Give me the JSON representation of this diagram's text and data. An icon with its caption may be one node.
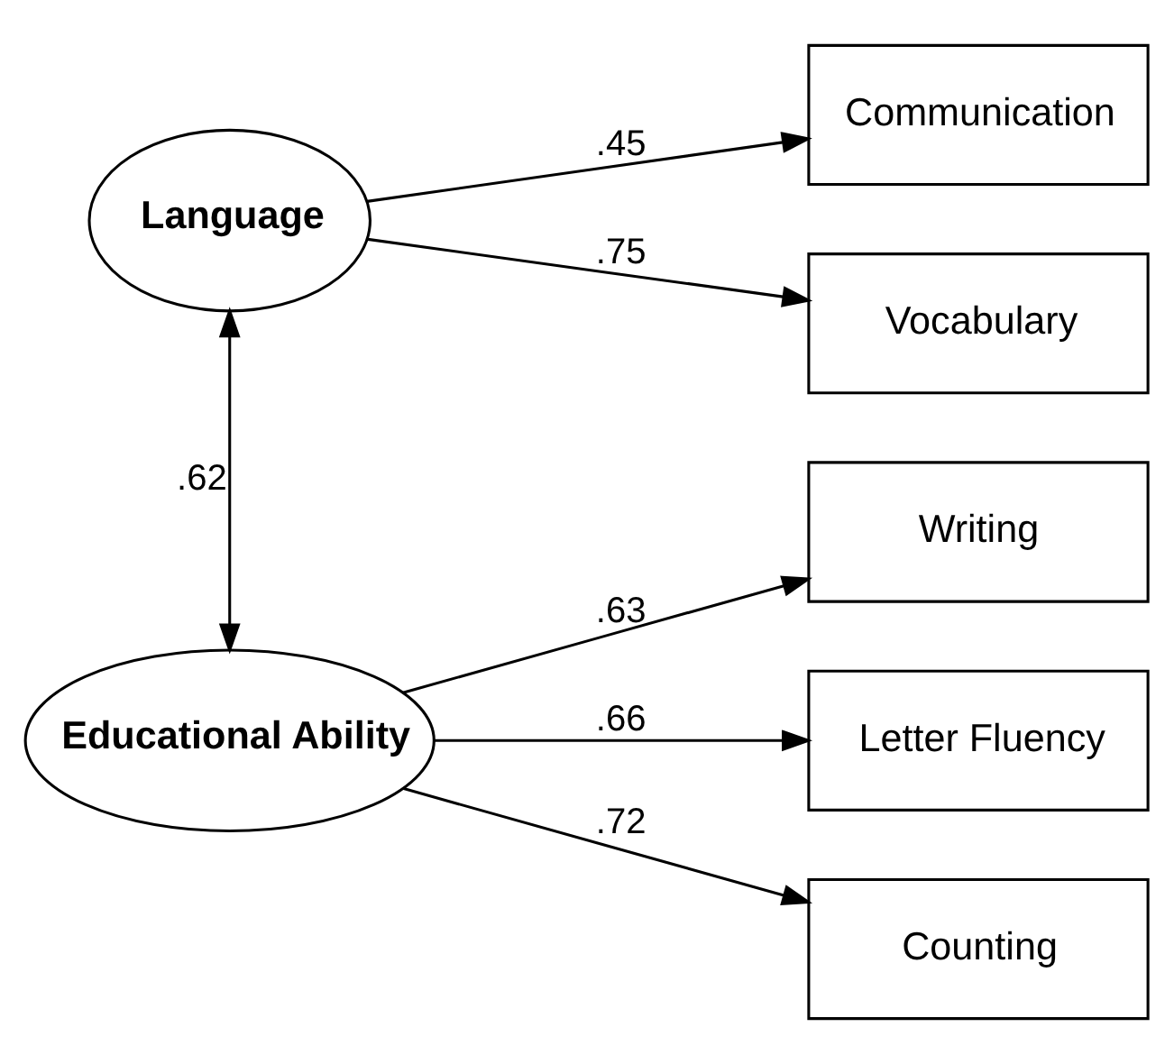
{
  "diagram": {
    "nodes": [
      {
        "text": [
          "Language"
        ]
      },
      {
        "text": [
          "Educational Ability"
        ]
      },
      {
        "text": [
          "Communication"
        ]
      },
      {
        "text": [
          "Vocabulary"
        ]
      },
      {
        "text": [
          "Writing"
        ]
      },
      {
        "text": [
          "Letter Fluency"
        ]
      },
      {
        "text": [
          "Counting"
        ]
      }
    ],
    "edges": [
      {
        "from": 0,
        "to": 2,
        "arrow": "to",
        "label": ".45"
      },
      {
        "from": 0,
        "to": 3,
        "arrow": "to",
        "label": ".75"
      },
      {
        "from": 1,
        "to": 4,
        "arrow": "to",
        "label": ".63"
      },
      {
        "from": 1,
        "to": 5,
        "arrow": "to",
        "label": ".66"
      },
      {
        "from": 1,
        "to": 6,
        "arrow": "to",
        "label": ".72"
      },
      {
        "from": 0,
        "to": 1,
        "arrow": "both",
        "label": ".62"
      }
    ]
  }
}
